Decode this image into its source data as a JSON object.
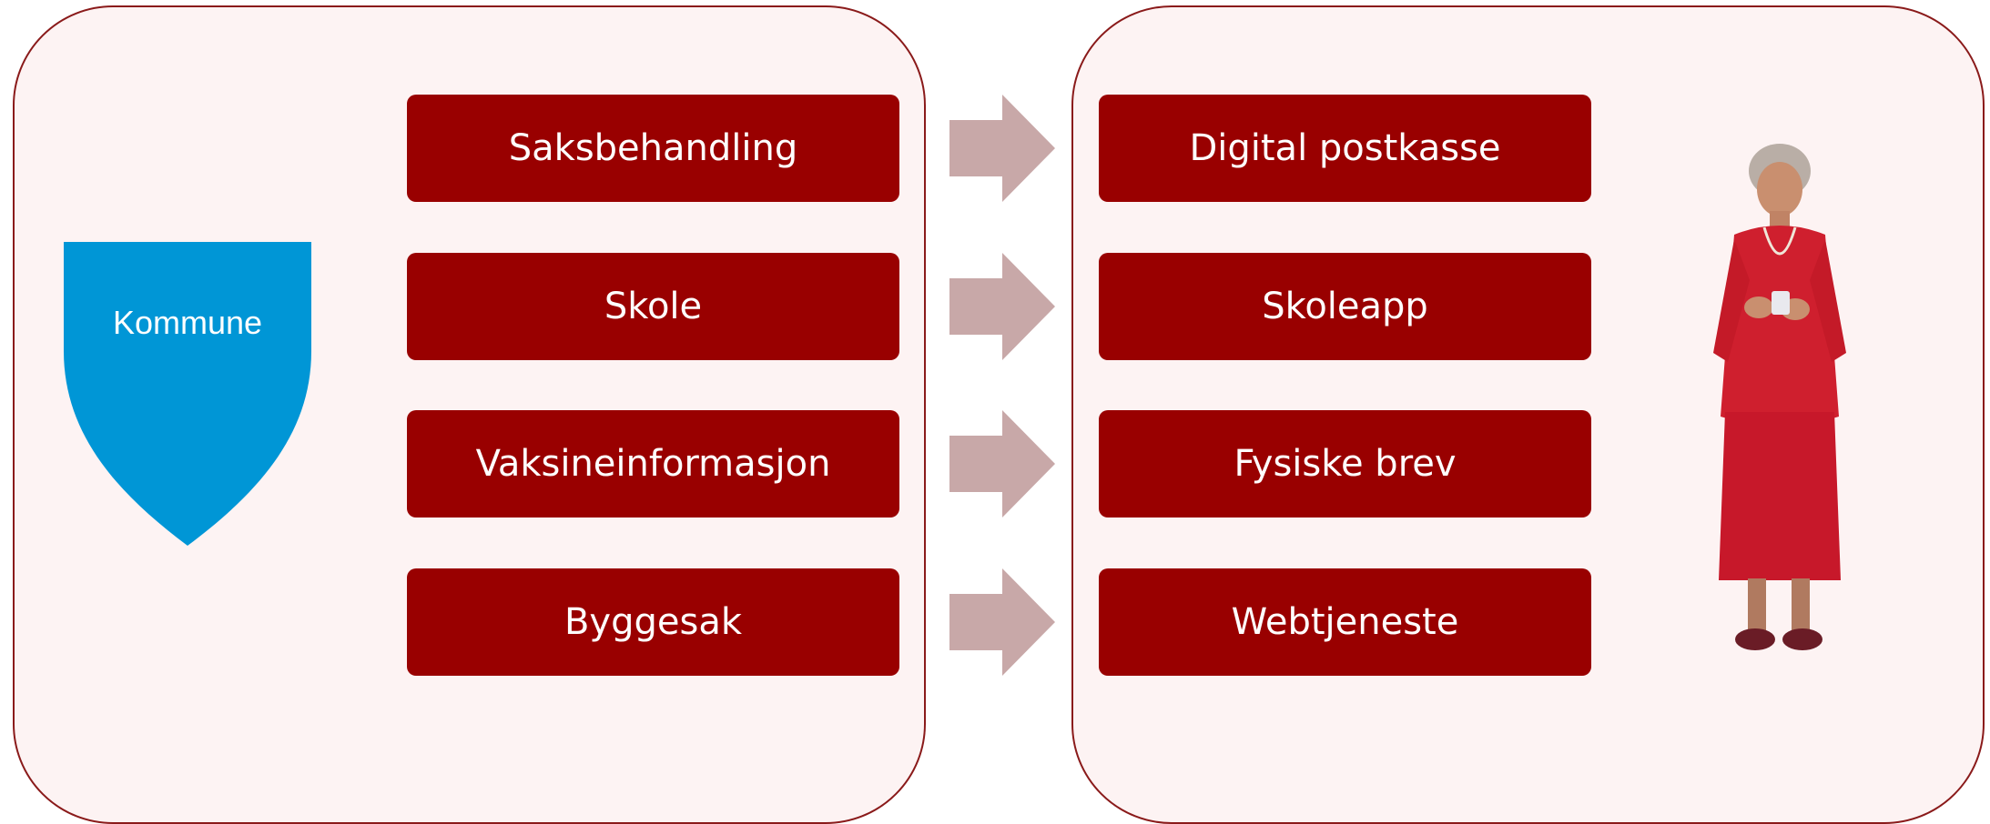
{
  "colors": {
    "panel_fill": "#fdf3f3",
    "panel_border": "#8a1a1a",
    "box_fill": "#990000",
    "box_text": "#ffffff",
    "arrow_fill": "#c8a8a8",
    "shield_fill": "#0096d6"
  },
  "shield": {
    "label": "Kommune",
    "icon": "shield-icon"
  },
  "sources": [
    {
      "label": "Saksbehandling"
    },
    {
      "label": "Skole"
    },
    {
      "label": "Vaksineinformasjon"
    },
    {
      "label": "Byggesak"
    }
  ],
  "channels": [
    {
      "label": "Digital postkasse"
    },
    {
      "label": "Skoleapp"
    },
    {
      "label": "Fysiske brev"
    },
    {
      "label": "Webtjeneste"
    }
  ],
  "arrows": {
    "icon": "right-arrow-icon"
  },
  "person": {
    "icon": "woman-with-phone-illustration"
  }
}
